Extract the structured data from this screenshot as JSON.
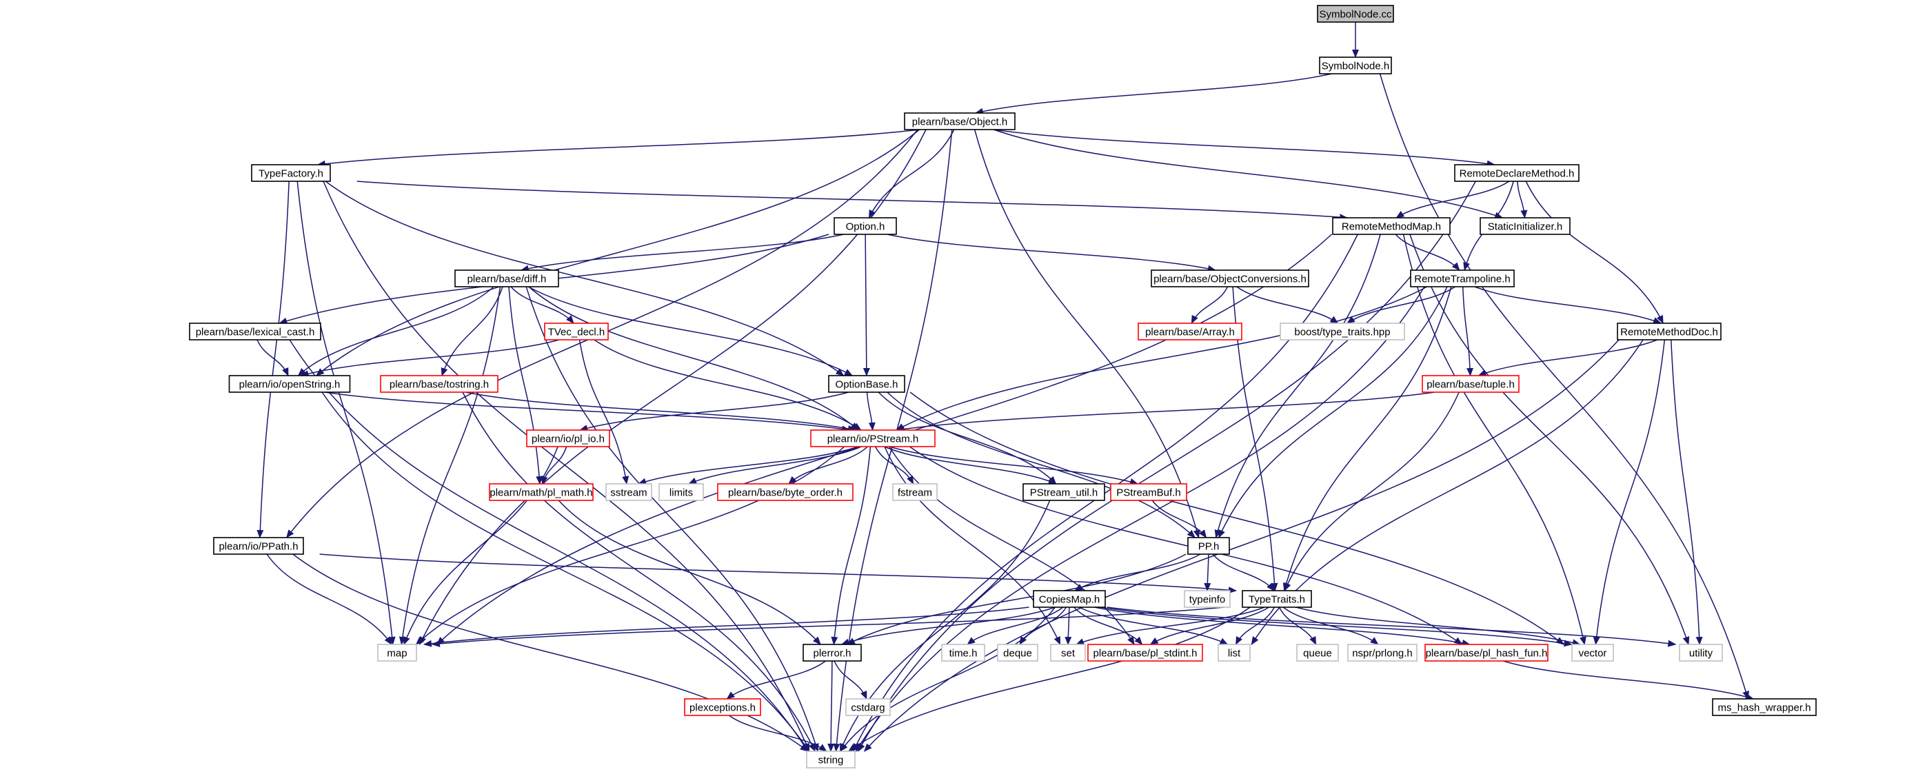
{
  "colors": {
    "edge": "#191970",
    "root_fill": "#bfbfbf",
    "border_normal": "#000000",
    "border_truncated": "#ff0000",
    "border_external": "#bfbfbf",
    "text": "#000000"
  },
  "nodes": [
    {
      "id": "symbolnode_cc",
      "label": "SymbolNode.cc",
      "kind": "root"
    },
    {
      "id": "symbolnode_h",
      "label": "SymbolNode.h",
      "kind": "normal"
    },
    {
      "id": "object_h",
      "label": "plearn/base/Object.h",
      "kind": "normal"
    },
    {
      "id": "typefactory_h",
      "label": "TypeFactory.h",
      "kind": "normal"
    },
    {
      "id": "remotedeclaremethod_h",
      "label": "RemoteDeclareMethod.h",
      "kind": "normal"
    },
    {
      "id": "option_h",
      "label": "Option.h",
      "kind": "normal"
    },
    {
      "id": "remotemethodmap_h",
      "label": "RemoteMethodMap.h",
      "kind": "normal"
    },
    {
      "id": "staticinitializer_h",
      "label": "StaticInitializer.h",
      "kind": "normal"
    },
    {
      "id": "diff_h",
      "label": "plearn/base/diff.h",
      "kind": "normal"
    },
    {
      "id": "objectconversions_h",
      "label": "plearn/base/ObjectConversions.h",
      "kind": "normal"
    },
    {
      "id": "remotetrampoline_h",
      "label": "RemoteTrampoline.h",
      "kind": "normal"
    },
    {
      "id": "lexical_cast_h",
      "label": "plearn/base/lexical_cast.h",
      "kind": "normal"
    },
    {
      "id": "tvec_decl_h",
      "label": "TVec_decl.h",
      "kind": "truncated"
    },
    {
      "id": "array_h",
      "label": "plearn/base/Array.h",
      "kind": "truncated"
    },
    {
      "id": "boost_type_traits",
      "label": "boost/type_traits.hpp",
      "kind": "external"
    },
    {
      "id": "remotemethoddoc_h",
      "label": "RemoteMethodDoc.h",
      "kind": "normal"
    },
    {
      "id": "openstring_h",
      "label": "plearn/io/openString.h",
      "kind": "normal"
    },
    {
      "id": "tostring_h",
      "label": "plearn/base/tostring.h",
      "kind": "truncated"
    },
    {
      "id": "optionbase_h",
      "label": "OptionBase.h",
      "kind": "normal"
    },
    {
      "id": "tuple_h",
      "label": "plearn/base/tuple.h",
      "kind": "truncated"
    },
    {
      "id": "pl_io_h",
      "label": "plearn/io/pl_io.h",
      "kind": "truncated"
    },
    {
      "id": "pstream_h",
      "label": "plearn/io/PStream.h",
      "kind": "truncated"
    },
    {
      "id": "pl_math_h",
      "label": "plearn/math/pl_math.h",
      "kind": "truncated"
    },
    {
      "id": "sstream",
      "label": "sstream",
      "kind": "external"
    },
    {
      "id": "limits",
      "label": "limits",
      "kind": "external"
    },
    {
      "id": "byte_order_h",
      "label": "plearn/base/byte_order.h",
      "kind": "truncated"
    },
    {
      "id": "fstream",
      "label": "fstream",
      "kind": "external"
    },
    {
      "id": "pstream_util_h",
      "label": "PStream_util.h",
      "kind": "normal"
    },
    {
      "id": "pstreambuf_h",
      "label": "PStreamBuf.h",
      "kind": "truncated"
    },
    {
      "id": "ppath_h",
      "label": "plearn/io/PPath.h",
      "kind": "normal"
    },
    {
      "id": "pp_h",
      "label": "PP.h",
      "kind": "normal"
    },
    {
      "id": "typeinfo",
      "label": "typeinfo",
      "kind": "external"
    },
    {
      "id": "typetraits_h",
      "label": "TypeTraits.h",
      "kind": "normal"
    },
    {
      "id": "copiesmap_h",
      "label": "CopiesMap.h",
      "kind": "normal"
    },
    {
      "id": "map",
      "label": "map",
      "kind": "external"
    },
    {
      "id": "plerror_h",
      "label": "plerror.h",
      "kind": "normal"
    },
    {
      "id": "time_h",
      "label": "time.h",
      "kind": "external"
    },
    {
      "id": "deque",
      "label": "deque",
      "kind": "external"
    },
    {
      "id": "set",
      "label": "set",
      "kind": "external"
    },
    {
      "id": "pl_stdint_h",
      "label": "plearn/base/pl_stdint.h",
      "kind": "truncated"
    },
    {
      "id": "list",
      "label": "list",
      "kind": "external"
    },
    {
      "id": "queue",
      "label": "queue",
      "kind": "external"
    },
    {
      "id": "nspr_prlong_h",
      "label": "nspr/prlong.h",
      "kind": "external"
    },
    {
      "id": "pl_hash_fun_h",
      "label": "plearn/base/pl_hash_fun.h",
      "kind": "truncated"
    },
    {
      "id": "vector",
      "label": "vector",
      "kind": "external"
    },
    {
      "id": "utility",
      "label": "utility",
      "kind": "external"
    },
    {
      "id": "plexceptions_h",
      "label": "plexceptions.h",
      "kind": "truncated"
    },
    {
      "id": "cstdarg",
      "label": "cstdarg",
      "kind": "external"
    },
    {
      "id": "ms_hash_wrapper_h",
      "label": "ms_hash_wrapper.h",
      "kind": "normal"
    },
    {
      "id": "string",
      "label": "string",
      "kind": "external"
    }
  ],
  "edges": [
    [
      "symbolnode_cc",
      "symbolnode_h"
    ],
    [
      "symbolnode_h",
      "object_h"
    ],
    [
      "symbolnode_h",
      "ms_hash_wrapper_h"
    ],
    [
      "object_h",
      "typefactory_h"
    ],
    [
      "object_h",
      "option_h"
    ],
    [
      "object_h",
      "remotedeclaremethod_h"
    ],
    [
      "object_h",
      "staticinitializer_h"
    ],
    [
      "object_h",
      "openstring_h"
    ],
    [
      "object_h",
      "ppath_h"
    ],
    [
      "object_h",
      "pp_h"
    ],
    [
      "object_h",
      "map"
    ],
    [
      "object_h",
      "string"
    ],
    [
      "typefactory_h",
      "remotemethodmap_h"
    ],
    [
      "typefactory_h",
      "optionbase_h"
    ],
    [
      "typefactory_h",
      "ppath_h"
    ],
    [
      "typefactory_h",
      "map"
    ],
    [
      "typefactory_h",
      "string"
    ],
    [
      "remotedeclaremethod_h",
      "remotemethodmap_h"
    ],
    [
      "remotedeclaremethod_h",
      "staticinitializer_h"
    ],
    [
      "remotedeclaremethod_h",
      "remotetrampoline_h"
    ],
    [
      "remotedeclaremethod_h",
      "remotemethoddoc_h"
    ],
    [
      "remotedeclaremethod_h",
      "string"
    ],
    [
      "option_h",
      "diff_h"
    ],
    [
      "option_h",
      "objectconversions_h"
    ],
    [
      "option_h",
      "lexical_cast_h"
    ],
    [
      "option_h",
      "optionbase_h"
    ],
    [
      "remotemethodmap_h",
      "remotetrampoline_h"
    ],
    [
      "remotemethodmap_h",
      "pp_h"
    ],
    [
      "remotemethodmap_h",
      "map"
    ],
    [
      "remotemethodmap_h",
      "string"
    ],
    [
      "remotemethodmap_h",
      "vector"
    ],
    [
      "remotemethodmap_h",
      "utility"
    ],
    [
      "diff_h",
      "tvec_decl_h"
    ],
    [
      "diff_h",
      "openstring_h"
    ],
    [
      "diff_h",
      "tostring_h"
    ],
    [
      "diff_h",
      "optionbase_h"
    ],
    [
      "diff_h",
      "pstream_h"
    ],
    [
      "diff_h",
      "pl_math_h"
    ],
    [
      "diff_h",
      "map"
    ],
    [
      "diff_h",
      "string"
    ],
    [
      "objectconversions_h",
      "array_h"
    ],
    [
      "objectconversions_h",
      "boost_type_traits"
    ],
    [
      "objectconversions_h",
      "typetraits_h"
    ],
    [
      "remotetrampoline_h",
      "boost_type_traits"
    ],
    [
      "remotetrampoline_h",
      "remotemethoddoc_h"
    ],
    [
      "remotetrampoline_h",
      "tuple_h"
    ],
    [
      "remotetrampoline_h",
      "pstream_h"
    ],
    [
      "remotetrampoline_h",
      "pp_h"
    ],
    [
      "remotetrampoline_h",
      "typetraits_h"
    ],
    [
      "remotetrampoline_h",
      "string"
    ],
    [
      "lexical_cast_h",
      "openstring_h"
    ],
    [
      "lexical_cast_h",
      "string"
    ],
    [
      "tvec_decl_h",
      "openstring_h"
    ],
    [
      "tvec_decl_h",
      "pstream_h"
    ],
    [
      "tvec_decl_h",
      "sstream"
    ],
    [
      "remotemethoddoc_h",
      "tuple_h"
    ],
    [
      "remotemethoddoc_h",
      "vector"
    ],
    [
      "remotemethoddoc_h",
      "utility"
    ],
    [
      "remotemethoddoc_h",
      "list"
    ],
    [
      "remotemethoddoc_h",
      "string"
    ],
    [
      "openstring_h",
      "pstream_h"
    ],
    [
      "openstring_h",
      "string"
    ],
    [
      "tostring_h",
      "pstream_h"
    ],
    [
      "tostring_h",
      "string"
    ],
    [
      "optionbase_h",
      "pstream_h"
    ],
    [
      "optionbase_h",
      "pl_io_h"
    ],
    [
      "optionbase_h",
      "pstream_util_h"
    ],
    [
      "optionbase_h",
      "pp_h"
    ],
    [
      "optionbase_h",
      "vector"
    ],
    [
      "tuple_h",
      "pstream_h"
    ],
    [
      "tuple_h",
      "typetraits_h"
    ],
    [
      "pl_io_h",
      "pl_math_h"
    ],
    [
      "pl_io_h",
      "map"
    ],
    [
      "pstream_h",
      "sstream"
    ],
    [
      "pstream_h",
      "limits"
    ],
    [
      "pstream_h",
      "byte_order_h"
    ],
    [
      "pstream_h",
      "fstream"
    ],
    [
      "pstream_h",
      "pstream_util_h"
    ],
    [
      "pstream_h",
      "pstreambuf_h"
    ],
    [
      "pstream_h",
      "plerror_h"
    ],
    [
      "pstream_h",
      "set"
    ],
    [
      "pstream_h",
      "pl_stdint_h"
    ],
    [
      "pstream_h",
      "pl_hash_fun_h"
    ],
    [
      "pstream_h",
      "map"
    ],
    [
      "pl_math_h",
      "plerror_h"
    ],
    [
      "pstream_util_h",
      "string"
    ],
    [
      "pstreambuf_h",
      "pp_h"
    ],
    [
      "ppath_h",
      "typetraits_h"
    ],
    [
      "ppath_h",
      "map"
    ],
    [
      "ppath_h",
      "string"
    ],
    [
      "pp_h",
      "typeinfo"
    ],
    [
      "pp_h",
      "typetraits_h"
    ],
    [
      "pp_h",
      "copiesmap_h"
    ],
    [
      "pp_h",
      "plerror_h"
    ],
    [
      "typetraits_h",
      "set"
    ],
    [
      "typetraits_h",
      "pl_stdint_h"
    ],
    [
      "typetraits_h",
      "list"
    ],
    [
      "typetraits_h",
      "queue"
    ],
    [
      "typetraits_h",
      "nspr_prlong_h"
    ],
    [
      "typetraits_h",
      "vector"
    ],
    [
      "typetraits_h",
      "map"
    ],
    [
      "typetraits_h",
      "string"
    ],
    [
      "copiesmap_h",
      "map"
    ],
    [
      "copiesmap_h",
      "plerror_h"
    ],
    [
      "copiesmap_h",
      "time_h"
    ],
    [
      "copiesmap_h",
      "deque"
    ],
    [
      "copiesmap_h",
      "set"
    ],
    [
      "copiesmap_h",
      "pl_stdint_h"
    ],
    [
      "copiesmap_h",
      "list"
    ],
    [
      "copiesmap_h",
      "pl_hash_fun_h"
    ],
    [
      "copiesmap_h",
      "vector"
    ],
    [
      "copiesmap_h",
      "utility"
    ],
    [
      "copiesmap_h",
      "string"
    ],
    [
      "plerror_h",
      "plexceptions_h"
    ],
    [
      "plerror_h",
      "cstdarg"
    ],
    [
      "plerror_h",
      "string"
    ],
    [
      "plexceptions_h",
      "string"
    ],
    [
      "pl_hash_fun_h",
      "ms_hash_wrapper_h"
    ]
  ]
}
